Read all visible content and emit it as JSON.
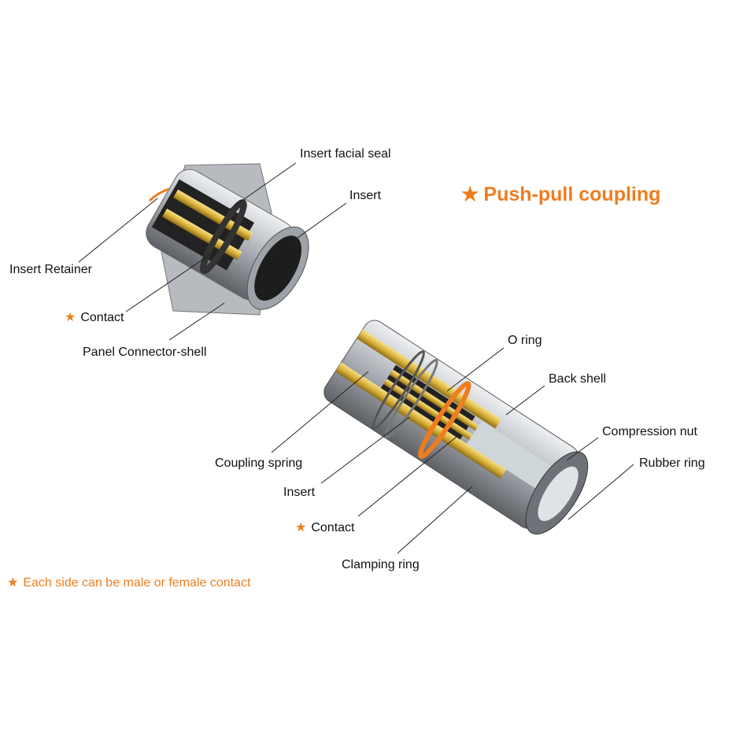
{
  "title": {
    "star": "★",
    "text": "Push-pull coupling"
  },
  "note": {
    "star": "★",
    "text": "Each side can be male or female contact"
  },
  "panel_connector": {
    "insert_facial_seal": "Insert facial seal",
    "insert": "Insert",
    "insert_retainer": "Insert Retainer",
    "contact_star": "★",
    "contact": "Contact",
    "panel_shell": "Panel Connector-shell"
  },
  "plug": {
    "o_ring": "O ring",
    "back_shell": "Back shell",
    "compression_nut": "Compression nut",
    "rubber_ring": "Rubber ring",
    "coupling_spring": "Coupling spring",
    "insert": "Insert",
    "contact_star": "★",
    "contact": "Contact",
    "clamping_ring": "Clamping ring"
  },
  "colors": {
    "accent": "#ee7d1f",
    "brass": "#d9b23a",
    "metal": "#b8bcc2"
  }
}
